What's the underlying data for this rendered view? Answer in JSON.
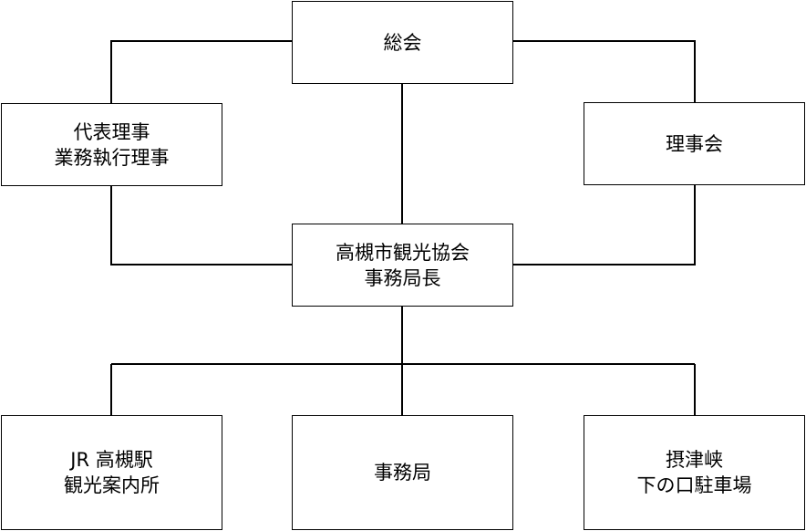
{
  "nodes": {
    "soukai": {
      "lines": [
        "総会"
      ]
    },
    "daihyo": {
      "lines": [
        "代表理事",
        "業務執行理事"
      ]
    },
    "rijikai": {
      "lines": [
        "理事会"
      ]
    },
    "jimukyokucho": {
      "lines": [
        "高槻市観光協会",
        "事務局長"
      ]
    },
    "jr": {
      "lines": [
        "JR 高槻駅",
        "観光案内所"
      ]
    },
    "jimukyoku": {
      "lines": [
        "事務局"
      ]
    },
    "settsukyo": {
      "lines": [
        "摂津峡",
        "下の口駐車場"
      ]
    }
  },
  "colors": {
    "line": "#000000",
    "border": "#000000",
    "text": "#000000",
    "background": "#ffffff"
  }
}
